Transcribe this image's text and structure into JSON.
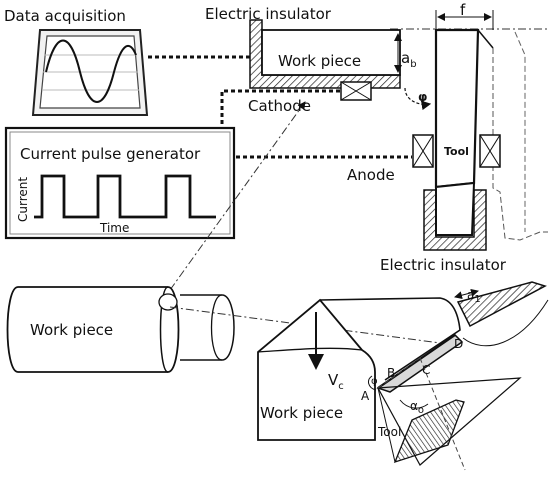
{
  "labels": {
    "data_acquisition": "Data acquisition",
    "electric_insulator_top": "Electric insulator",
    "work_piece_top": "Work piece",
    "cathode": "Cathode",
    "current_pulse_generator": "Current pulse generator",
    "current_axis": "Current",
    "time_axis": "Time",
    "anode": "Anode",
    "tool_top": "Tool",
    "electric_insulator_bottom": "Electric insulator",
    "work_piece_cylinder": "Work piece",
    "work_piece_bottom": "Work piece",
    "tool_bottom": "Tool",
    "f": "f",
    "a_b_main": "a",
    "a_b_sub": "b",
    "phi": "φ",
    "a1_main": "a",
    "a1_sub": "1",
    "vc_main": "V",
    "vc_sub": "c",
    "point_a": "A",
    "point_b": "B",
    "point_c": "C",
    "point_d": "D",
    "alpha_main": "α",
    "alpha_sub": "o",
    "phi_small": "φ"
  },
  "icons": {
    "monitor": "oscilloscope-monitor-icon",
    "waveform": "sine-wave",
    "pulses": "square-wave-pulses"
  }
}
